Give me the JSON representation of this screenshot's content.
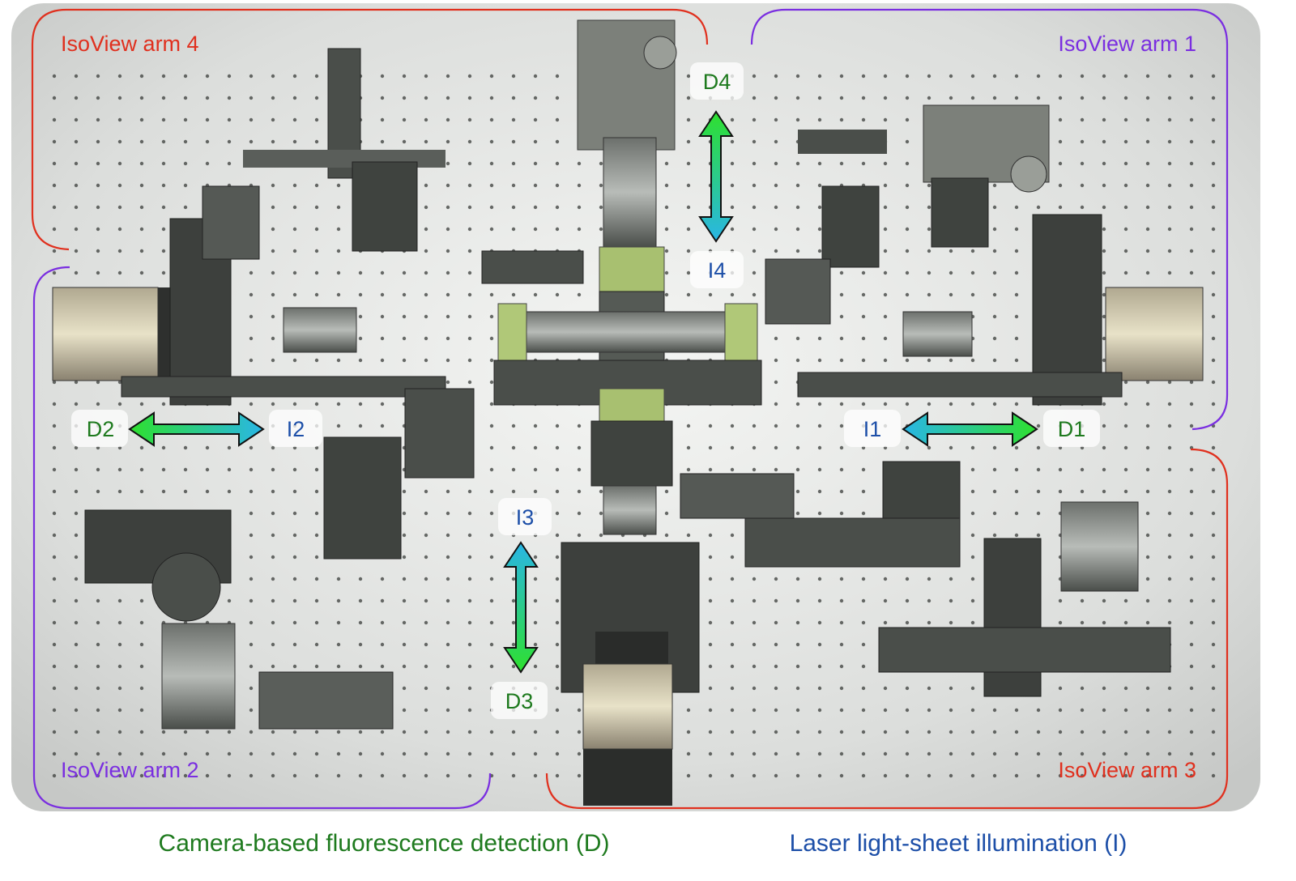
{
  "arms": {
    "arm1": "IsoView arm 1",
    "arm2": "IsoView arm 2",
    "arm3": "IsoView arm 3",
    "arm4": "IsoView arm 4"
  },
  "tags": {
    "D1": "D1",
    "D2": "D2",
    "D3": "D3",
    "D4": "D4",
    "I1": "I1",
    "I2": "I2",
    "I3": "I3",
    "I4": "I4"
  },
  "legend": {
    "detection": "Camera-based fluorescence detection (D)",
    "illumination": "Laser light-sheet illumination (I)"
  },
  "colors": {
    "arm_red": "#e0301e",
    "arm_purple": "#7a2ee0",
    "detection_green": "#1e7a1e",
    "illumination_blue": "#1d4fa8"
  }
}
